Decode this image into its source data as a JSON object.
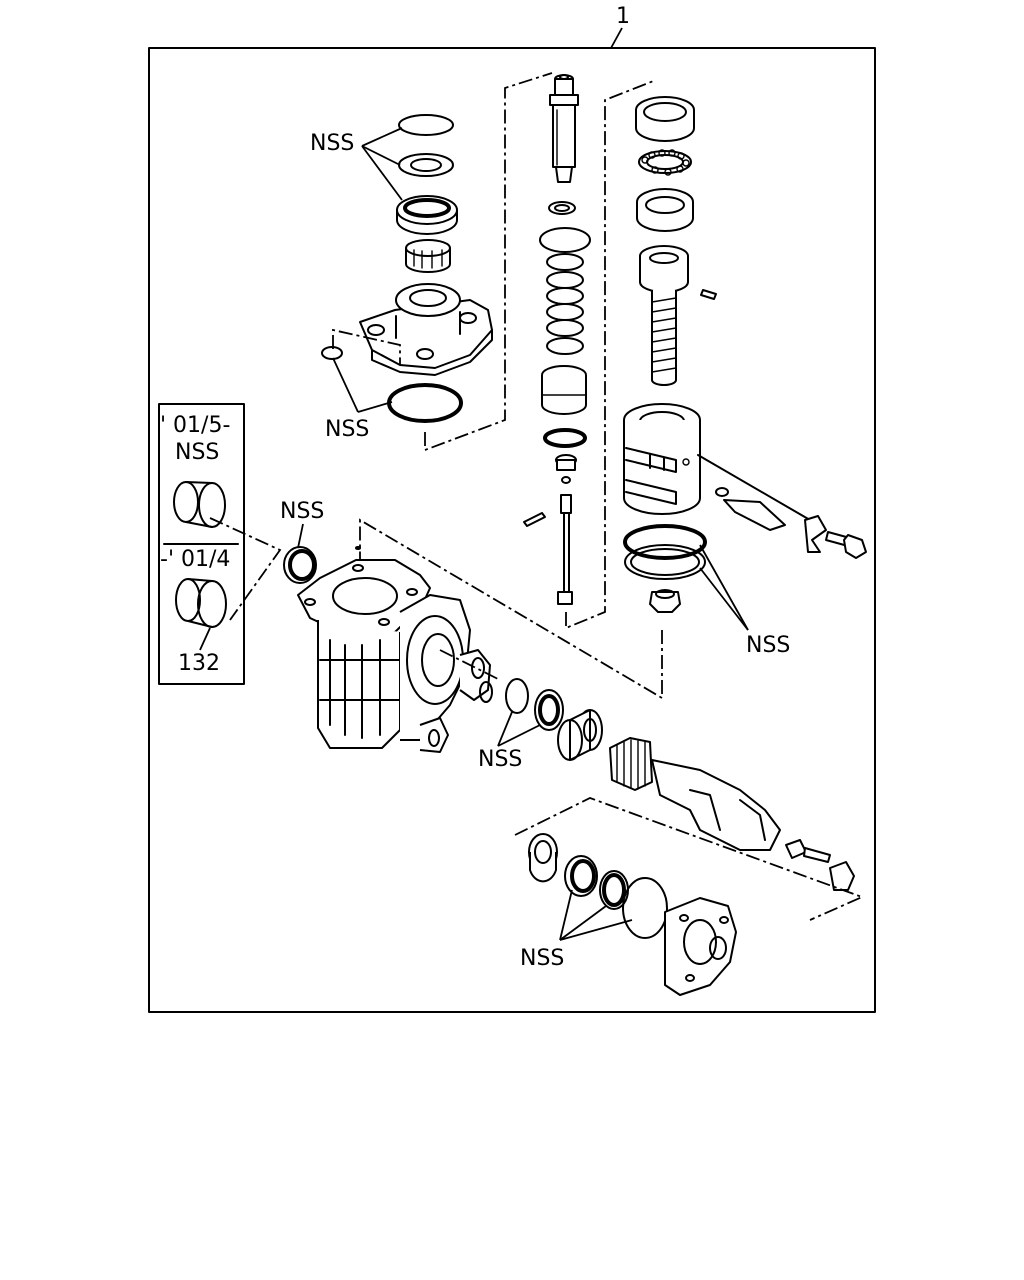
{
  "diagram": {
    "assembly_ref": "1",
    "labels": {
      "nss_top_left": "NSS",
      "nss_housing_oring": "NSS",
      "inset_date_new": "' 01/5-",
      "inset_nss": "NSS",
      "inset_date_old": "-' 01/4",
      "inset_part_no": "132",
      "nss_seal_left": "NSS",
      "nss_right_rings": "NSS",
      "nss_sector_seals": "NSS",
      "nss_bottom_seals": "NSS"
    }
  }
}
